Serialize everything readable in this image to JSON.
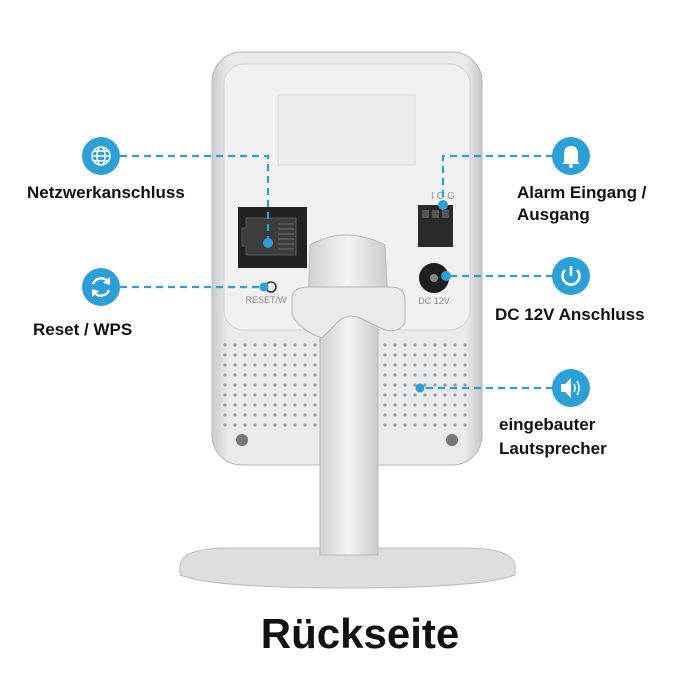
{
  "title": "Rückseite",
  "accent_color": "#2a9fd8",
  "device_markings": {
    "reset": "RESET/W",
    "dc": "DC 12V",
    "alarm_pins": "I O G"
  },
  "callouts": [
    {
      "icon": "globe-icon",
      "lines": [
        "Netzwerkanschluss"
      ]
    },
    {
      "icon": "refresh-icon",
      "lines": [
        "Reset / WPS"
      ]
    },
    {
      "icon": "bell-icon",
      "lines": [
        "Alarm Eingang /",
        "Ausgang"
      ]
    },
    {
      "icon": "power-icon",
      "lines": [
        "DC 12V Anschluss"
      ]
    },
    {
      "icon": "speaker-icon",
      "lines": [
        "eingebauter",
        "Lautsprecher"
      ]
    }
  ]
}
